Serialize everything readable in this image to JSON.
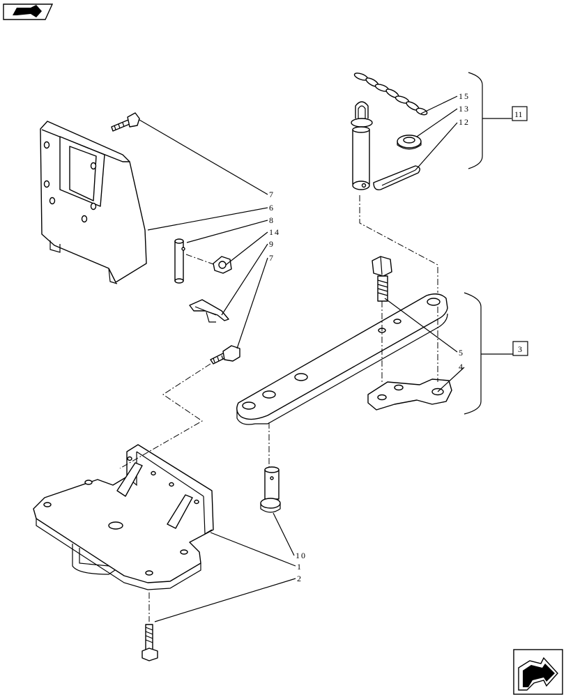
{
  "navigation": {
    "top_left_icon": "book-arrow-icon",
    "bottom_right_icon": "next-page-arrow-icon"
  },
  "callouts": {
    "c15": "15",
    "c13": "13",
    "c12": "12",
    "c7a": "7",
    "c6": "6",
    "c8": "8",
    "c14": "14",
    "c9": "9",
    "c7b": "7",
    "c5": "5",
    "c4": "4",
    "c10": "10",
    "c1": "1",
    "c2": "2"
  },
  "group_refs": {
    "g11": "11",
    "g3": "3"
  }
}
